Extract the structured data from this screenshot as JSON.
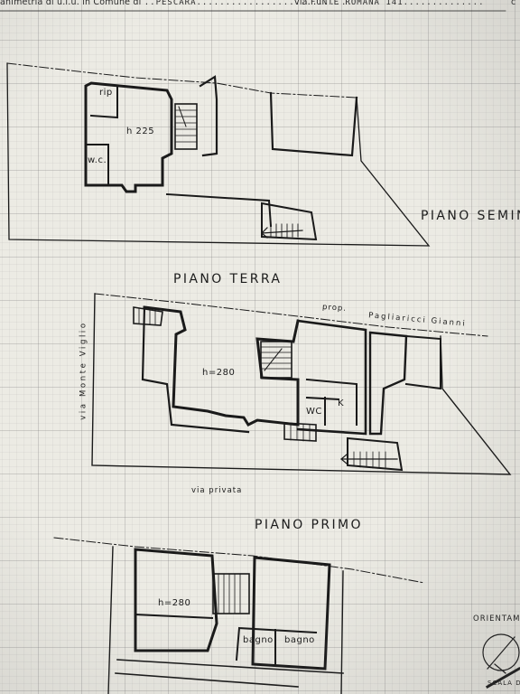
{
  "header": {
    "prefix": "animetria di u.i.u. in Comune di",
    "comune_dots_before": "..",
    "comune": "PESCARA",
    "comune_dots_after": "...........................",
    "via_label": "via",
    "via_value": "FONTE ROMANA 141",
    "via_dots": "..............",
    "right_letter": "c"
  },
  "floors": {
    "seminterrato": "PIANO SEMIN",
    "terra": "PIANO TERRA",
    "primo": "PIANO PRIMO"
  },
  "rooms": {
    "rip": "rip",
    "h225": "h 225",
    "wc_semi": "w.c.",
    "h280_terra": "h=280",
    "wc_terra": "WC",
    "k": "K",
    "h280_primo": "h=280",
    "bagno_1": "bagno",
    "bagno_2": "bagno"
  },
  "streets": {
    "prop": "prop.",
    "neighbor": "Pagliaricci Gianni",
    "via_monte_viglio": "via Monte Viglio",
    "via_privata": "via privata"
  },
  "corner": {
    "orientamento": "ORIENTAM",
    "scala": "SCALA D"
  }
}
